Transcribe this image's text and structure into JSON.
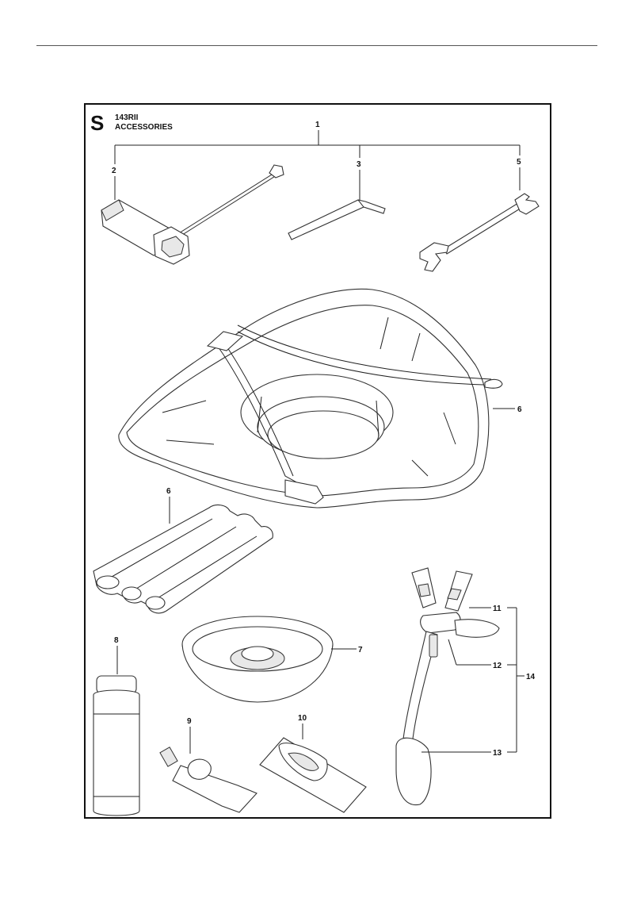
{
  "header": {
    "section_letter": "S",
    "model": "143RII",
    "title": "ACCESSORIES"
  },
  "callouts": {
    "c1": "1",
    "c2": "2",
    "c3": "3",
    "c5": "5",
    "c6a": "6",
    "c6b": "6",
    "c7": "7",
    "c8": "8",
    "c9": "9",
    "c10": "10",
    "c11": "11",
    "c12": "12",
    "c13": "13",
    "c14": "14"
  }
}
